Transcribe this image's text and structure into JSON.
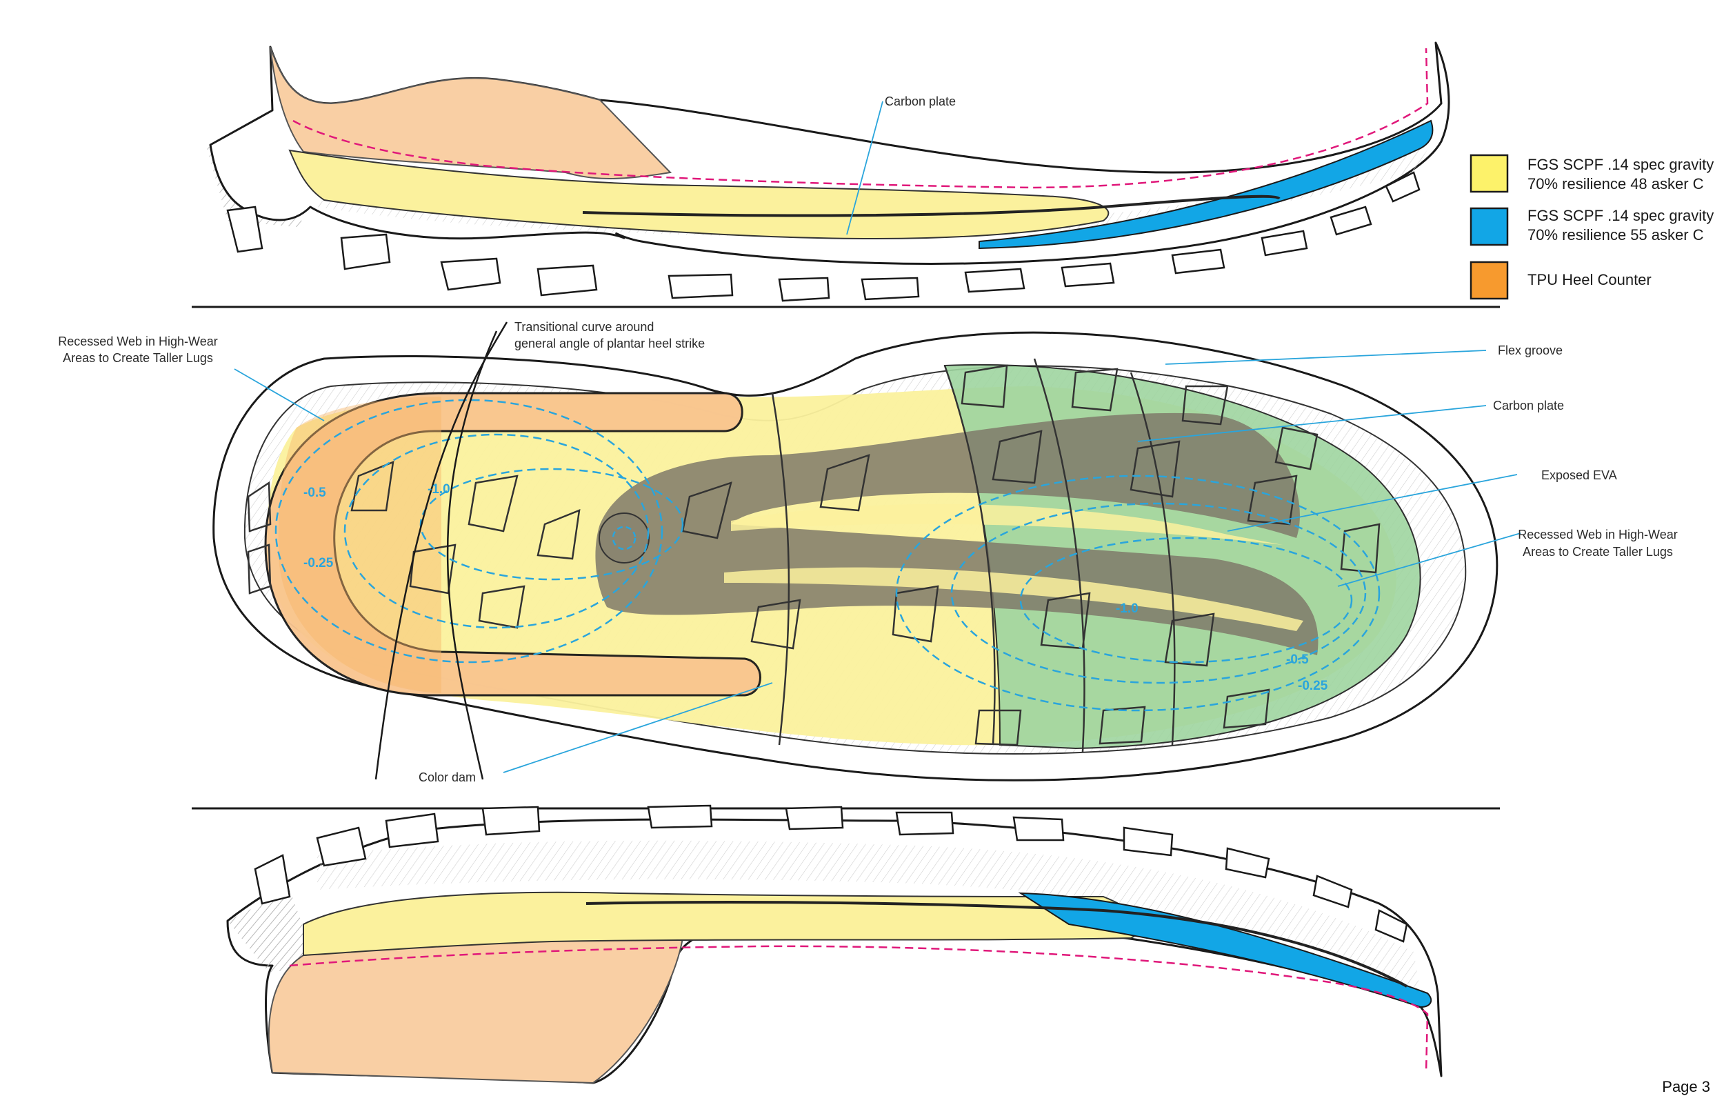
{
  "callouts": {
    "carbon_plate_top": "Carbon plate",
    "recessed_web_left_1": "Recessed Web in High-Wear",
    "recessed_web_left_2": "Areas to Create Taller Lugs",
    "transitional_1": "Transitional curve around",
    "transitional_2": "general angle of plantar heel strike",
    "flex_groove": "Flex groove",
    "carbon_plate_mid": "Carbon plate",
    "exposed_eva": "Exposed EVA",
    "recessed_web_right_1": "Recessed Web in High-Wear",
    "recessed_web_right_2": "Areas to Create Taller Lugs",
    "color_dam": "Color dam"
  },
  "contour_labels": {
    "heel_a": "-0.5",
    "heel_b": "-1.0",
    "heel_c": "-0.25",
    "fore_a": "-1.0",
    "fore_b": "-0.5",
    "fore_c": "-0.25"
  },
  "legend": [
    {
      "line1": "FGS SCPF .14 spec gravity",
      "line2": "70% resilience 48 asker C",
      "color": "#fdf26a"
    },
    {
      "line1": "FGS SCPF .14 spec gravity",
      "line2": "70% resilience 55 asker C",
      "color": "#12a6e6"
    },
    {
      "line1": "TPU Heel Counter",
      "line2": "",
      "color": "#f79a2e"
    }
  ],
  "colors": {
    "midsole_yellow": "#fbf09a",
    "heel_counter_orange": "#f9c99e",
    "firm_foam_blue": "#12a6e6",
    "forefoot_green": "#9fd5a0",
    "carbon_plate_dark": "#7f7a6a",
    "contour_blue": "#2aa5dc",
    "dashed_pink": "#e0187a"
  },
  "page": "Page 3"
}
